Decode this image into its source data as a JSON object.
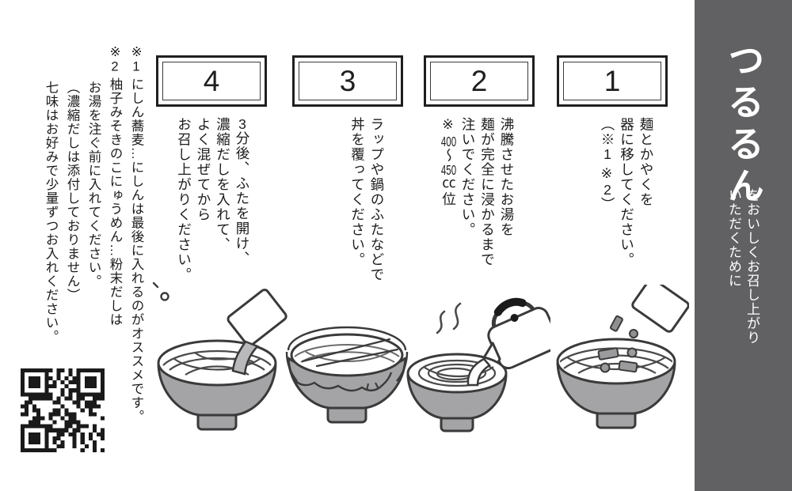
{
  "banner": {
    "brand": "つるるん",
    "subtitle_lines": [
      "をおいしくお召し上がり",
      "いただくために"
    ]
  },
  "steps": [
    {
      "num": "1",
      "lines": [
        "麺とかやくを",
        "器に移してください。",
        "（※1 ※2）"
      ],
      "illustration": "kayaku-packet-poured-into-bowl"
    },
    {
      "num": "2",
      "lines": [
        "沸騰させたお湯を",
        "麺が完全に浸かるまで",
        "注いでください。",
        "※400〜450㏄位"
      ],
      "illustration": "kettle-pouring-hot-water-into-bowl"
    },
    {
      "num": "3",
      "lines": [
        "ラップや鍋のふたなどで",
        "丼を覆ってください。"
      ],
      "illustration": "bowl-covered-with-wrap"
    },
    {
      "num": "4",
      "lines": [
        "3分後、ふたを開け、",
        "濃縮だしを入れて、",
        "よく混ぜてから",
        "お召し上がりください。"
      ],
      "illustration": "dashi-packet-poured-into-bowl"
    }
  ],
  "footnotes": {
    "lines": [
      "※1 にしん蕎麦…にしんは最後に入れるのがオススメです。",
      "※2 柚子みそきのこにゅうめん…粉末だしは",
      "お湯を注ぐ前に入れてください。",
      "（濃縮だしは添付しておりません）",
      "七味はお好みで少量ずつお入れください。"
    ]
  },
  "icons": {
    "qr": "qr-code"
  },
  "colors": {
    "banner_bg": "#616163",
    "bowl_fill": "#a4a4a6",
    "packet_bits": "#9b9b9d",
    "outline": "#3a3a3a",
    "text": "#1c1c1c"
  }
}
